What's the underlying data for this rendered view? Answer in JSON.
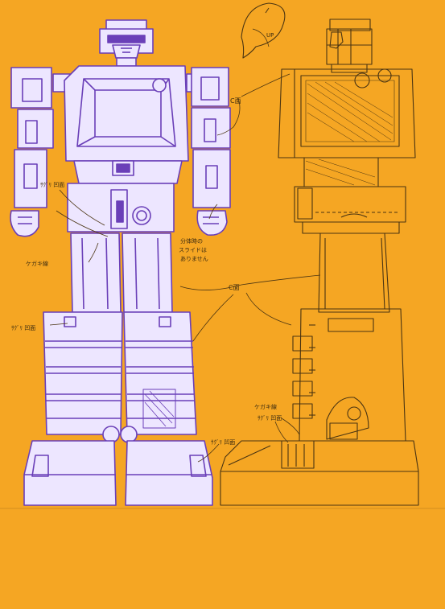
{
  "sheet": {
    "background": "#F5A623",
    "front_ink": "#6A3FB8",
    "front_fill": "#EDE6FF",
    "side_ink": "#4A3412"
  },
  "annotations": {
    "c_face_upper": "C面",
    "c_face_center": "C面",
    "up_label": "UP",
    "groove_recess_a": "ｻｸﾞﾘ 凹面",
    "groove_recess_b": "ｻｸﾞﾘ 凹面",
    "groove_recess_c": "ｻｸﾞﾘ 凹面",
    "groove_recess_d": "ｻｸﾞﾘ 凹面",
    "scribe_line_a": "ケガキ線",
    "scribe_line_b": "ケガキ線",
    "slide_note_line1": "分体時の",
    "slide_note_line2": "スライドは",
    "slide_note_line3": "ありません"
  }
}
